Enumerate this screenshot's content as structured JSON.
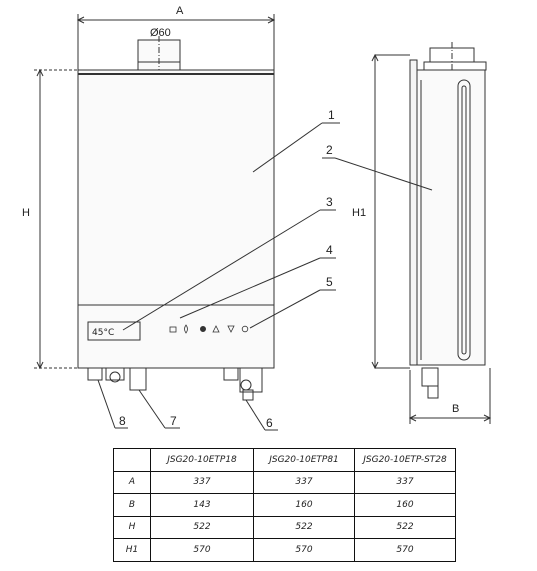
{
  "drawing": {
    "dimensions": {
      "width_front": "A",
      "height_front": "H",
      "height_side": "H1",
      "depth_side": "B",
      "flue_diameter": "Ø60"
    },
    "callouts": [
      "1",
      "2",
      "3",
      "4",
      "5",
      "6",
      "7",
      "8"
    ],
    "display_text": "45°C",
    "panel_icons": [
      "bath-icon",
      "flame-icon",
      "dot-icon",
      "up-triangle-icon",
      "down-triangle-icon",
      "power-icon"
    ]
  },
  "table": {
    "headers": [
      "",
      "JSG20-10ETP18",
      "JSG20-10ETP81",
      "JSG20-10ETP-ST28"
    ],
    "rows": [
      {
        "label": "A",
        "values": [
          "337",
          "337",
          "337"
        ]
      },
      {
        "label": "B",
        "values": [
          "143",
          "160",
          "160"
        ]
      },
      {
        "label": "H",
        "values": [
          "522",
          "522",
          "522"
        ]
      },
      {
        "label": "H1",
        "values": [
          "570",
          "570",
          "570"
        ]
      }
    ]
  }
}
